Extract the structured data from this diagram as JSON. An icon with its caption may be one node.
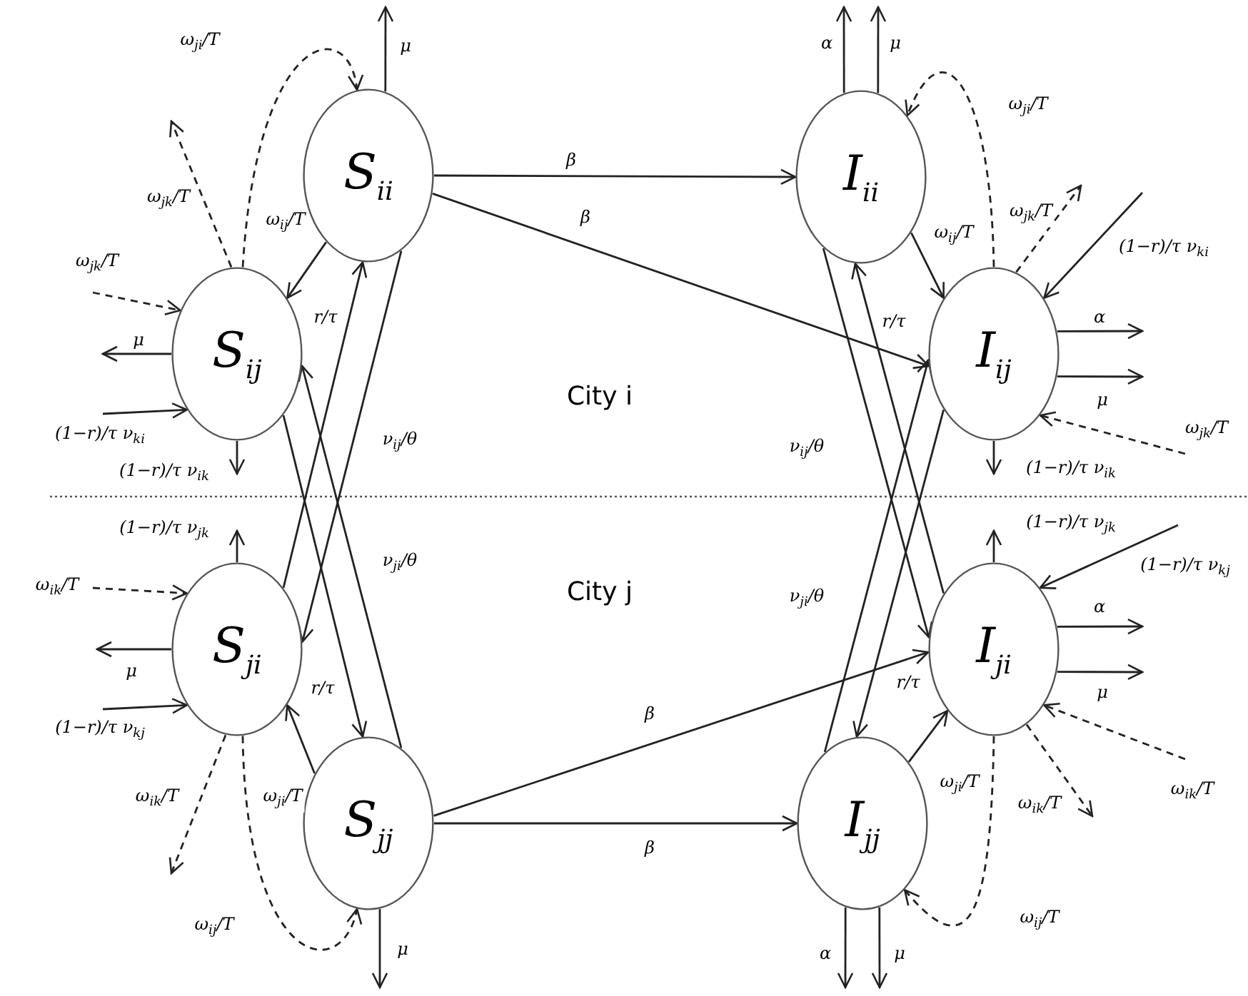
{
  "diagram": {
    "nodes": [
      {
        "text": [
          "S$_{ii}$"
        ]
      },
      {
        "text": [
          "S$_{ij}$"
        ]
      },
      {
        "text": [
          "S$_{ji}$"
        ]
      },
      {
        "text": [
          "S$_{jj}$"
        ]
      },
      {
        "text": [
          "I$_{ii}$"
        ]
      },
      {
        "text": [
          "I$_{ij}$"
        ]
      },
      {
        "text": [
          "I$_{ji}$"
        ]
      },
      {
        "text": [
          "I$_{jj}$"
        ]
      }
    ],
    "edges": [
      {
        "from": 0,
        "to": 4,
        "arrow": "to",
        "label": "β"
      },
      {
        "from": 0,
        "to": 5,
        "arrow": "to",
        "label": "β"
      },
      {
        "from": 3,
        "to": 6,
        "arrow": "to",
        "label": "β"
      },
      {
        "from": 3,
        "to": 7,
        "arrow": "to",
        "label": "β"
      },
      {
        "from": 0,
        "to": 1,
        "arrow": "to",
        "label": "ω$_{ij}$/T"
      },
      {
        "from": 1,
        "to": 0,
        "arrow": "to",
        "label": "ω$_{ji}$/T",
        "style": "dashed"
      },
      {
        "from": 2,
        "to": 0,
        "arrow": "to",
        "label": "r/τ"
      },
      {
        "from": 1,
        "to": 3,
        "arrow": "to",
        "label": "r/τ"
      },
      {
        "from": 0,
        "to": 2,
        "arrow": "to",
        "label": "ν$_{ij}$/θ"
      },
      {
        "from": 3,
        "to": 1,
        "arrow": "to",
        "label": "ν$_{ji}$/θ"
      },
      {
        "from": 3,
        "to": 2,
        "arrow": "to",
        "label": "ω$_{ji}$/T"
      },
      {
        "from": 2,
        "to": 3,
        "arrow": "to",
        "label": "ω$_{ij}$/T",
        "style": "dashed"
      },
      {
        "from": 4,
        "to": 5,
        "arrow": "to",
        "label": "ω$_{ij}$/T"
      },
      {
        "from": 5,
        "to": 4,
        "arrow": "to",
        "label": "ω$_{ji}$/T",
        "style": "dashed"
      },
      {
        "from": 6,
        "to": 4,
        "arrow": "to",
        "label": "r/τ"
      },
      {
        "from": 5,
        "to": 7,
        "arrow": "to",
        "label": "r/τ"
      },
      {
        "from": 4,
        "to": 6,
        "arrow": "to",
        "label": "ν$_{ij}$/θ"
      },
      {
        "from": 7,
        "to": 5,
        "arrow": "to",
        "label": "ν$_{ji}$/θ"
      },
      {
        "from": 7,
        "to": 6,
        "arrow": "to",
        "label": "ω$_{ji}$/T"
      },
      {
        "from": 6,
        "to": 7,
        "arrow": "to",
        "label": "ω$_{ij}$/T",
        "style": "dashed"
      },
      {
        "from": 0,
        "to": null,
        "arrow": "to",
        "label": "μ"
      },
      {
        "from": 1,
        "to": null,
        "arrow": "to",
        "label": "ω$_{jk}$/T",
        "style": "dashed"
      },
      {
        "from": null,
        "to": 1,
        "arrow": "to",
        "label": "ω$_{jk}$/T",
        "style": "dashed"
      },
      {
        "from": 1,
        "to": null,
        "arrow": "to",
        "label": "μ"
      },
      {
        "from": null,
        "to": 1,
        "arrow": "to",
        "label": "(1−r)/τ ν$_{ki}$"
      },
      {
        "from": 1,
        "to": null,
        "arrow": "to",
        "label": "(1−r)/τ ν$_{ik}$"
      },
      {
        "from": 2,
        "to": null,
        "arrow": "to",
        "label": "(1−r)/τ ν$_{jk}$"
      },
      {
        "from": null,
        "to": 2,
        "arrow": "to",
        "label": "ω$_{ik}$/T",
        "style": "dashed"
      },
      {
        "from": 2,
        "to": null,
        "arrow": "to",
        "label": "μ"
      },
      {
        "from": null,
        "to": 2,
        "arrow": "to",
        "label": "(1−r)/τ ν$_{kj}$"
      },
      {
        "from": 2,
        "to": null,
        "arrow": "to",
        "label": "ω$_{ik}$/T",
        "style": "dashed"
      },
      {
        "from": 3,
        "to": null,
        "arrow": "to",
        "label": "μ"
      },
      {
        "from": 4,
        "to": null,
        "arrow": "to",
        "label": "α"
      },
      {
        "from": 4,
        "to": null,
        "arrow": "to",
        "label": "μ"
      },
      {
        "from": 5,
        "to": null,
        "arrow": "to",
        "label": "ω$_{jk}$/T",
        "style": "dashed"
      },
      {
        "from": null,
        "to": 5,
        "arrow": "to",
        "label": "(1−r)/τ ν$_{ki}$"
      },
      {
        "from": 5,
        "to": null,
        "arrow": "to",
        "label": "α"
      },
      {
        "from": 5,
        "to": null,
        "arrow": "to",
        "label": "μ"
      },
      {
        "from": null,
        "to": 5,
        "arrow": "to",
        "label": "ω$_{jk}$/T",
        "style": "dashed"
      },
      {
        "from": 5,
        "to": null,
        "arrow": "to",
        "label": "(1−r)/τ ν$_{ik}$"
      },
      {
        "from": 6,
        "to": null,
        "arrow": "to",
        "label": "(1−r)/τ ν$_{jk}$"
      },
      {
        "from": null,
        "to": 6,
        "arrow": "to",
        "label": "(1−r)/τ ν$_{kj}$"
      },
      {
        "from": 6,
        "to": null,
        "arrow": "to",
        "label": "α"
      },
      {
        "from": 6,
        "to": null,
        "arrow": "to",
        "label": "μ"
      },
      {
        "from": null,
        "to": 6,
        "arrow": "to",
        "label": "ω$_{ik}$/T",
        "style": "dashed"
      },
      {
        "from": 6,
        "to": null,
        "arrow": "to",
        "label": "ω$_{ik}$/T",
        "style": "dashed"
      },
      {
        "from": 7,
        "to": null,
        "arrow": "to",
        "label": "α"
      },
      {
        "from": 7,
        "to": null,
        "arrow": "to",
        "label": "μ"
      }
    ],
    "labels": [
      "City i",
      "City j"
    ]
  }
}
